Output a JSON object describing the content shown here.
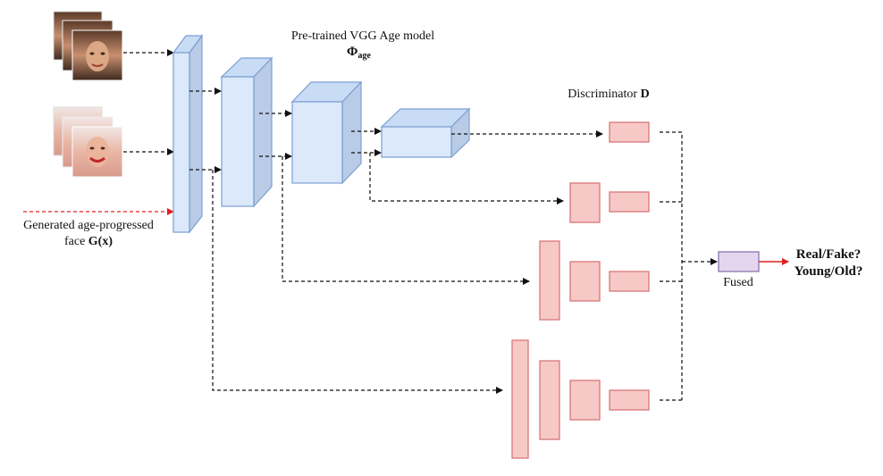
{
  "diagram": {
    "vgg_title": "Pre-trained VGG Age model",
    "vgg_symbol": "Φ",
    "vgg_symbol_sub": "age",
    "discriminator_label": "Discriminator ",
    "discriminator_symbol": "D",
    "generated_label_line1": "Generated age-progressed",
    "generated_label_line2": "face ",
    "generated_symbol": "G(x)",
    "fused_label": "Fused",
    "output_line1": "Real/Fake?",
    "output_line2": "Young/Old?",
    "colors": {
      "vgg_block": "#dbe9fb",
      "discriminator_block": "#f6c9c6",
      "fused_block": "#e3d6ee",
      "generated_arrow": "#e02020",
      "output_arrow": "#e02020"
    }
  }
}
